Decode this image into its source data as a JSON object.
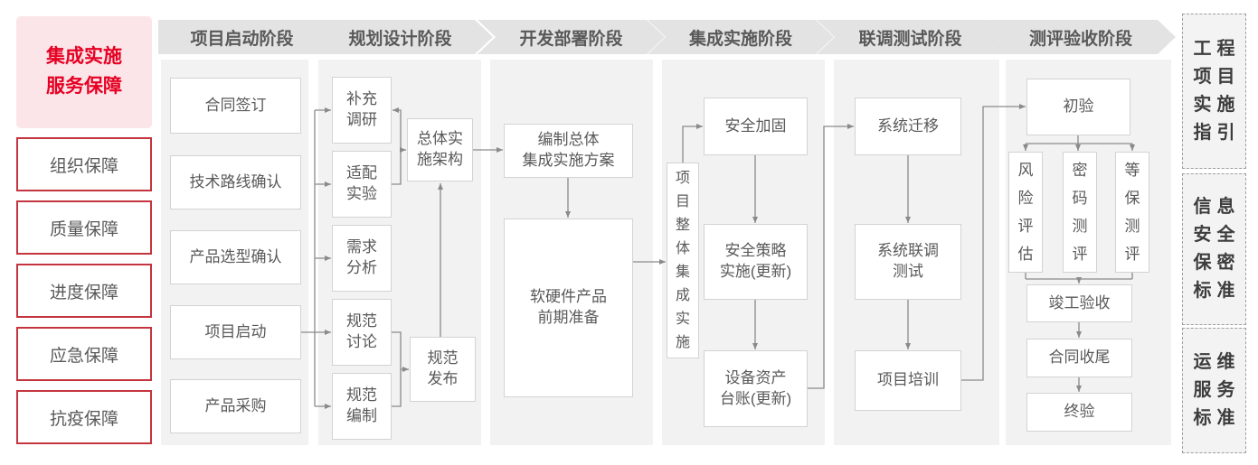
{
  "legend": {
    "title": "集成实施\n服务保障",
    "items": [
      "组织保障",
      "质量保障",
      "进度保障",
      "应急保障",
      "抗疫保障"
    ]
  },
  "phases": [
    "项目启动阶段",
    "规划设计阶段",
    "开发部署阶段",
    "集成实施阶段",
    "联调测试阶段",
    "测评验收阶段"
  ],
  "nodes": {
    "contract_signing": "合同签订",
    "tech_route_confirm": "技术路线确认",
    "product_selection_confirm": "产品选型确认",
    "project_kickoff": "项目启动",
    "product_procurement": "产品采购",
    "supplementary_research": "补充\n调研",
    "adaptation_test": "适配\n实验",
    "requirement_analysis": "需求\n分析",
    "spec_discussion": "规范\n讨论",
    "spec_drafting": "规范\n编制",
    "overall_impl_architecture": "总体实\n施架构",
    "spec_release": "规范\n发布",
    "overall_integration_plan": "编制总体\n集成实施方案",
    "hw_sw_preparation": "软硬件产品\n前期准备",
    "overall_project_integration": "项\n目\n整\n体\n集\n成\n实\n施",
    "security_hardening": "安全加固",
    "security_policy_impl": "安全策略\n实施(更新)",
    "asset_ledger_update": "设备资产\n台账(更新)",
    "system_migration": "系统迁移",
    "system_joint_debug_test": "系统联调\n测试",
    "project_training": "项目培训",
    "initial_acceptance": "初验",
    "risk_assessment": "风\n险\n评\n估",
    "crypto_evaluation": "密\n码\n测\n评",
    "mlps_evaluation": "等\n保\n测\n评",
    "completion_acceptance": "竣工验收",
    "contract_closure": "合同收尾",
    "final_acceptance": "终验"
  },
  "references": [
    "工程\n项目\n实施\n指引",
    "信息\n安全\n保密\n标准",
    "运维\n服务\n标准"
  ],
  "colors": {
    "accent_red": "#e60023",
    "red_border": "#c4353f",
    "pink_bg": "#fbe5e8",
    "header_gray": "#e3e3e4",
    "panel_gray": "#f2f2f3",
    "node_text": "#595959",
    "connector": "#8a8a8a"
  }
}
